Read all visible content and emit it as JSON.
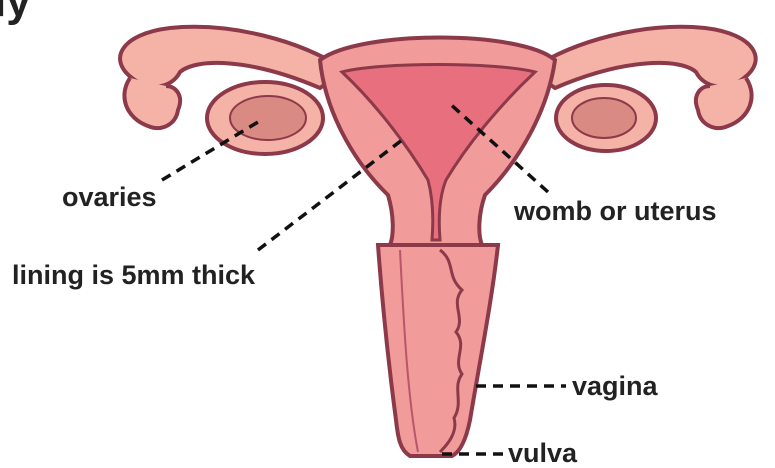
{
  "header_fragment": "ly",
  "labels": {
    "ovaries": "ovaries",
    "womb": "womb or uterus",
    "lining": "lining is 5mm thick",
    "vagina": "vagina",
    "vulva": "vulva"
  },
  "colors": {
    "tissue_fill": "#f19b9b",
    "tissue_light": "#f5b3a8",
    "outline": "#8c3a4a",
    "ovary_fill": "#d98a82",
    "lining": "#e86f7e",
    "label_text": "#222222",
    "leader_line": "#111111"
  }
}
